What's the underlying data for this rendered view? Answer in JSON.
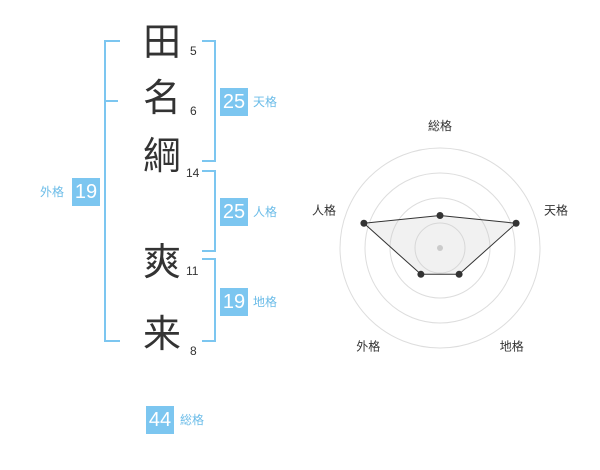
{
  "name": {
    "characters": [
      {
        "char": "田",
        "strokes": "5"
      },
      {
        "char": "名",
        "strokes": "6"
      },
      {
        "char": "綱",
        "strokes": "14"
      },
      {
        "char": "爽",
        "strokes": "11"
      },
      {
        "char": "来",
        "strokes": "8"
      }
    ]
  },
  "fortune": {
    "tenkaku": {
      "value": "25",
      "label": "天格"
    },
    "jinkaku": {
      "value": "25",
      "label": "人格"
    },
    "chikaku": {
      "value": "19",
      "label": "地格"
    },
    "gaikaku": {
      "value": "19",
      "label": "外格"
    },
    "soukaku": {
      "value": "44",
      "label": "総格"
    }
  },
  "colors": {
    "accent": "#7cc6f0",
    "text": "#333333"
  },
  "chart_data": {
    "type": "radar",
    "axes": [
      "総格",
      "天格",
      "地格",
      "外格",
      "人格"
    ],
    "levels": 4,
    "values": [
      1.3,
      3.2,
      1.3,
      1.3,
      3.2
    ],
    "max": 4
  }
}
